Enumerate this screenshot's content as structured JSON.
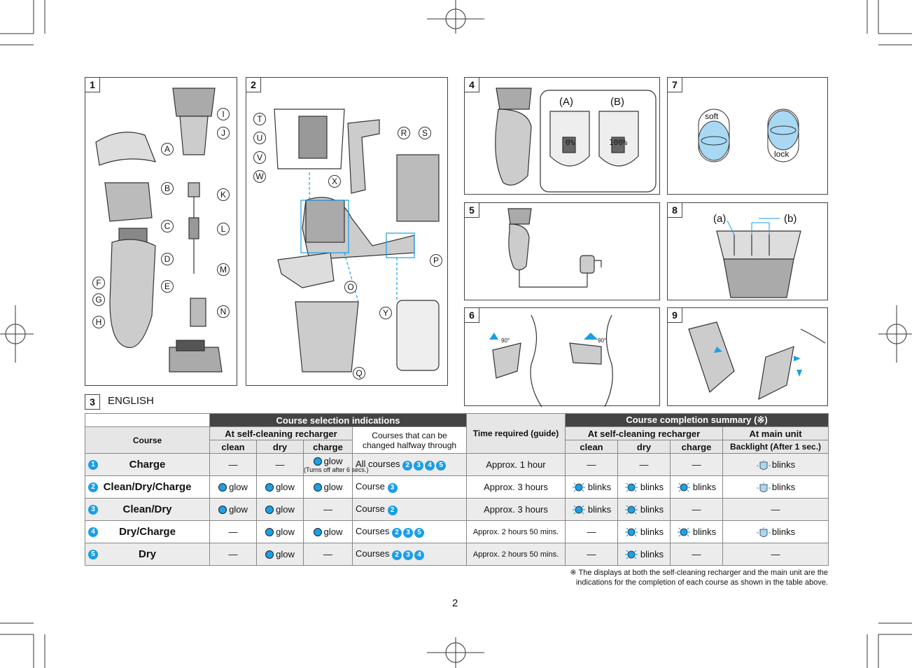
{
  "panels": {
    "p1": {
      "num": "1",
      "labels": [
        "A",
        "B",
        "C",
        "D",
        "E",
        "F",
        "G",
        "H",
        "I",
        "J",
        "K",
        "L",
        "M",
        "N"
      ]
    },
    "p2": {
      "num": "2",
      "labels": [
        "T",
        "U",
        "V",
        "W",
        "X",
        "R",
        "S",
        "P",
        "O",
        "Y",
        "Q"
      ]
    },
    "p3": {
      "num": "3",
      "title": "ENGLISH"
    },
    "p4": {
      "num": "4",
      "labelA": "(A)",
      "labelB": "(B)",
      "digitA": "0%",
      "digitB": "100%"
    },
    "p5": {
      "num": "5"
    },
    "p6": {
      "num": "6",
      "angle1": "90°",
      "angle2": "90°"
    },
    "p7": {
      "num": "7",
      "soft": "soft",
      "lock": "lock"
    },
    "p8": {
      "num": "8",
      "labelA": "(a)",
      "labelB": "(b)"
    },
    "p9": {
      "num": "9"
    }
  },
  "table": {
    "header_course_selection": "Course selection indications",
    "header_time": "Time required (guide)",
    "header_completion": "Course completion summary (※)",
    "header_course": "Course",
    "header_at_recharger": "At self-cleaning recharger",
    "header_changeable": "Courses that can be changed halfway through",
    "header_at_recharger2": "At self-cleaning recharger",
    "header_main_unit": "At main unit",
    "col_clean": "clean",
    "col_dry": "dry",
    "col_charge": "charge",
    "col_clean2": "clean",
    "col_dry2": "dry",
    "col_charge2": "charge",
    "col_backlight": "Backlight (After 1 sec.)",
    "rows": [
      {
        "num": "1",
        "name": "Charge",
        "clean": "—",
        "dry": "—",
        "charge": "glow",
        "charge_note": "(Turns off after 6 secs.)",
        "changeable": "All courses",
        "changeable_nums": "2345",
        "time": "Approx. 1 hour",
        "c_clean": "—",
        "c_dry": "—",
        "c_charge": "—",
        "backlight": "blinks"
      },
      {
        "num": "2",
        "name": "Clean/Dry/Charge",
        "clean": "glow",
        "dry": "glow",
        "charge": "glow",
        "changeable": "Course",
        "changeable_nums": "3",
        "time": "Approx. 3 hours",
        "c_clean": "blinks",
        "c_dry": "blinks",
        "c_charge": "blinks",
        "backlight": "blinks"
      },
      {
        "num": "3",
        "name": "Clean/Dry",
        "clean": "glow",
        "dry": "glow",
        "charge": "—",
        "changeable": "Course",
        "changeable_nums": "2",
        "time": "Approx. 3 hours",
        "c_clean": "blinks",
        "c_dry": "blinks",
        "c_charge": "—",
        "backlight": "—"
      },
      {
        "num": "4",
        "name": "Dry/Charge",
        "clean": "—",
        "dry": "glow",
        "charge": "glow",
        "changeable": "Courses",
        "changeable_nums": "235",
        "time": "Approx. 2 hours 50 mins.",
        "c_clean": "—",
        "c_dry": "blinks",
        "c_charge": "blinks",
        "backlight": "blinks"
      },
      {
        "num": "5",
        "name": "Dry",
        "clean": "—",
        "dry": "glow",
        "charge": "—",
        "changeable": "Courses",
        "changeable_nums": "234",
        "time": "Approx. 2 hours 50 mins.",
        "c_clean": "—",
        "c_dry": "blinks",
        "c_charge": "—",
        "backlight": "—"
      }
    ]
  },
  "footnote_line1": "※ The displays at both the self-cleaning recharger and the main unit are the",
  "footnote_line2": "indications for the completion of each course as shown in the table above.",
  "page_number": "2",
  "colors": {
    "accent": "#1aa0e8",
    "dark_header": "#444444",
    "grey_row": "#ececec"
  }
}
